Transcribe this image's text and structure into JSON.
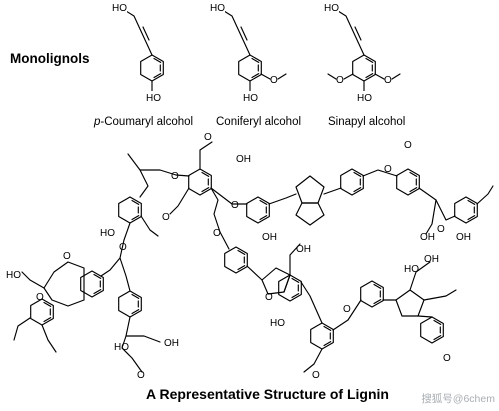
{
  "header": {
    "section_label": "Monolignols"
  },
  "monolignols": [
    {
      "name_prefix": "p",
      "name_rest": "-Coumaryl  alcohol",
      "ring_methoxyls": 0
    },
    {
      "name_prefix": "",
      "name_rest": "Coniferyl  alcohol",
      "ring_methoxyls": 1
    },
    {
      "name_prefix": "",
      "name_rest": "Sinapyl  alcohol",
      "ring_methoxyls": 2
    }
  ],
  "atom_labels": {
    "hydroxyl": "HO",
    "hydroxyl_right": "OH",
    "oxygen": "O"
  },
  "caption": "A Representative Structure of Lignin",
  "watermark": "搜狐号@6chem"
}
